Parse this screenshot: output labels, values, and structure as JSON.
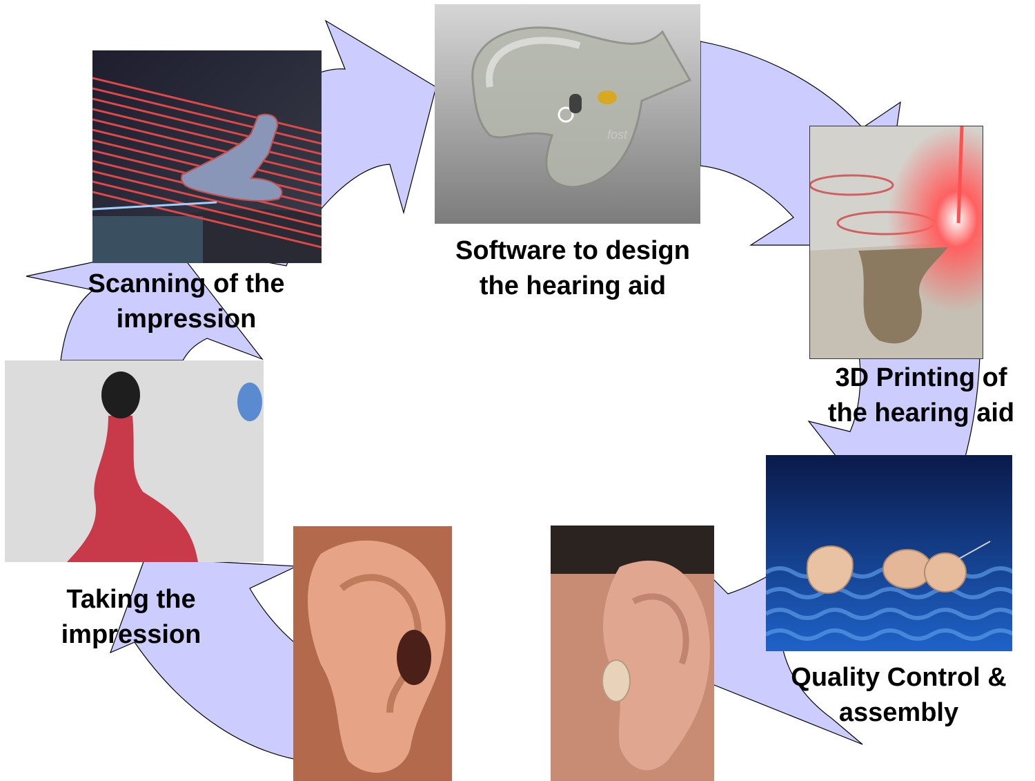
{
  "diagram": {
    "type": "cycle",
    "arrow_color": "#ccccff",
    "steps": [
      {
        "id": "taking",
        "label_line1": "Taking the",
        "label_line2": "impression"
      },
      {
        "id": "scanning",
        "label_line1": "Scanning of the",
        "label_line2": "impression"
      },
      {
        "id": "software",
        "label_line1": "Software to design",
        "label_line2": "the hearing aid"
      },
      {
        "id": "printing",
        "label_line1": "3D Printing of",
        "label_line2": "the hearing aid"
      },
      {
        "id": "quality",
        "label_line1": "Quality Control &",
        "label_line2": "assembly"
      }
    ],
    "photos": [
      {
        "name": "ear-photo"
      },
      {
        "name": "ear-impression-photo"
      },
      {
        "name": "laser-scanning-photo"
      },
      {
        "name": "cad-software-photo"
      },
      {
        "name": "3d-printing-photo"
      },
      {
        "name": "hearing-aid-shells-photo"
      },
      {
        "name": "ear-with-hearing-aid-photo"
      }
    ]
  }
}
